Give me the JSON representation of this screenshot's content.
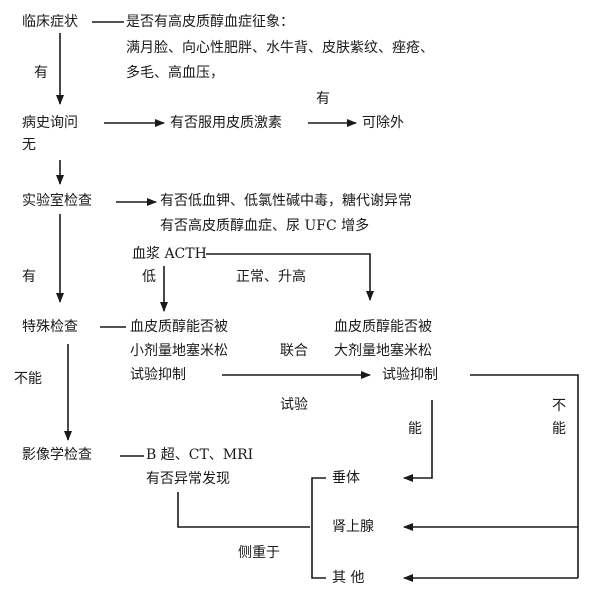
{
  "nodes": {
    "clinical": "临床症状",
    "clinical_desc_1": "是否有高皮质醇血症征象：",
    "clinical_desc_2": "满月脸、向心性肥胖、水牛背、皮肤紫纹、痤疮、",
    "clinical_desc_3": "多毛、高血压，",
    "history": "病史询问",
    "steroid_use": "有否服用皮质激素",
    "exclude": "可除外",
    "lab": "实验室检查",
    "lab_desc_1": "有否低血钾、低氯性碱中毒，糖代谢异常",
    "lab_desc_2": "有否高皮质醇血症、尿 UFC 增多",
    "acth": "血浆 ACTH",
    "special": "特殊检查",
    "small_dex_1": "血皮质醇能否被",
    "small_dex_2": "小剂量地塞米松",
    "small_dex_3": "试验抑制",
    "large_dex_1": "血皮质醇能否被",
    "large_dex_2": "大剂量地塞米松",
    "large_dex_3": "试验抑制",
    "imaging": "影像学检查",
    "imaging_desc_1": "B 超、CT、MRI",
    "imaging_desc_2": "有否异常发现",
    "pituitary": "垂体",
    "adrenal": "肾上腺",
    "other": "其 他"
  },
  "edge_labels": {
    "yes_1": "有",
    "no_1": "无",
    "yes_2": "有",
    "yes_3": "有",
    "low": "低",
    "normal_high": "正常、升高",
    "combined_1": "联合",
    "combined_2": "试验",
    "cannot_1": "不能",
    "can": "能",
    "cannot_2": "不",
    "cannot_3": "能",
    "focus": "侧重于"
  }
}
